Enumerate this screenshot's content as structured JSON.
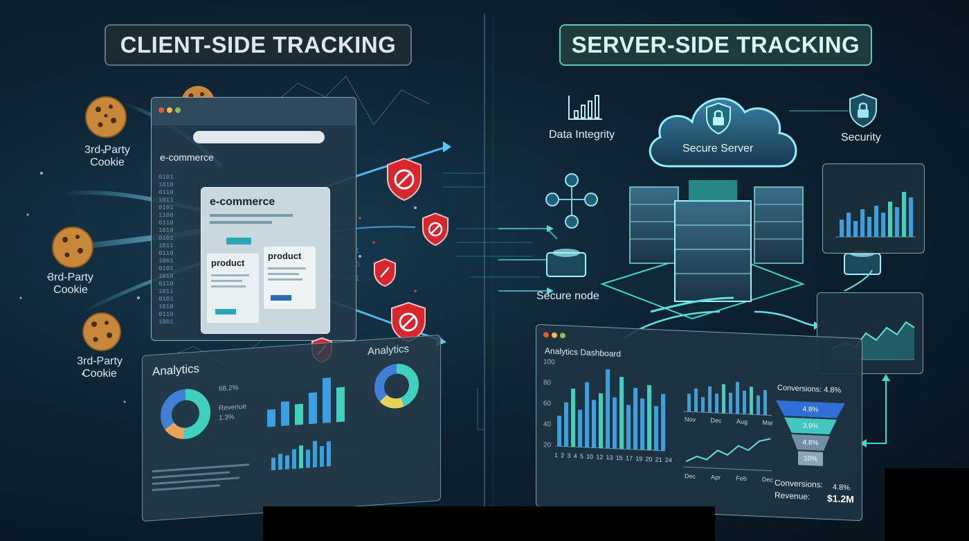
{
  "titles": {
    "client": "CLIENT-SIDE TRACKING",
    "server": "SERVER-SIDE TRACKING"
  },
  "client": {
    "cookie_label": "3rd-Party Cookie",
    "cookie_line1": "3rd-Party",
    "cookie_line2": "Cookie",
    "browser_header": "e-commerce",
    "page_title": "e-commerce",
    "product_1": "product",
    "product_2": "product",
    "analytics": {
      "title": "Analytics",
      "title_2": "Analytics",
      "legend_values": [
        "68.2%",
        "1.3%"
      ],
      "legend_labels": [
        "Revenue"
      ]
    }
  },
  "server": {
    "data_integrity": "Data Integrity",
    "secure_server": "Secure Server",
    "security": "Security",
    "secure_node": "Secure node",
    "dashboard": {
      "title": "Analytics Dashboard",
      "y_ticks": [
        "100",
        "80",
        "60",
        "40",
        "20"
      ],
      "x_ticks": [
        "1",
        "2",
        "3",
        "4",
        "5",
        "10",
        "12",
        "13",
        "15",
        "17",
        "19",
        "20",
        "21",
        "24"
      ],
      "mini_x": [
        "Nov",
        "Dec",
        "Aug",
        "Mar"
      ],
      "line_x": [
        "Dec",
        "Apr",
        "Feb",
        "Dec"
      ],
      "conversions_heading": "Conversions: 4.8%",
      "funnel": [
        "4.8%",
        "3.9%",
        "4.8%",
        "10%"
      ],
      "conversions_label": "Conversions:",
      "conversions_value": "4.8%",
      "revenue_label": "Revenue:",
      "revenue_value": "$1.2M"
    }
  },
  "colors": {
    "accent_teal": "#3fd9d0",
    "accent_blue": "#2aa6e8",
    "danger_red": "#d8262c",
    "cookie": "#c8883a"
  }
}
